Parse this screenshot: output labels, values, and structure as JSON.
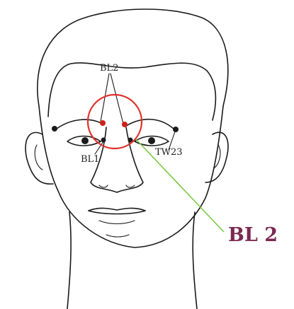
{
  "diagram": {
    "labels": {
      "bl2_top": "BL2",
      "bl1": "BL1",
      "tw23": "TW23",
      "bl2_callout": "BL 2"
    },
    "colors": {
      "highlight_circle": "#e0302a",
      "point_dot": "#d2201a",
      "callout_line": "#7ac943",
      "callout_text": "#7a2a52",
      "ink": "#1a1a1a"
    }
  }
}
